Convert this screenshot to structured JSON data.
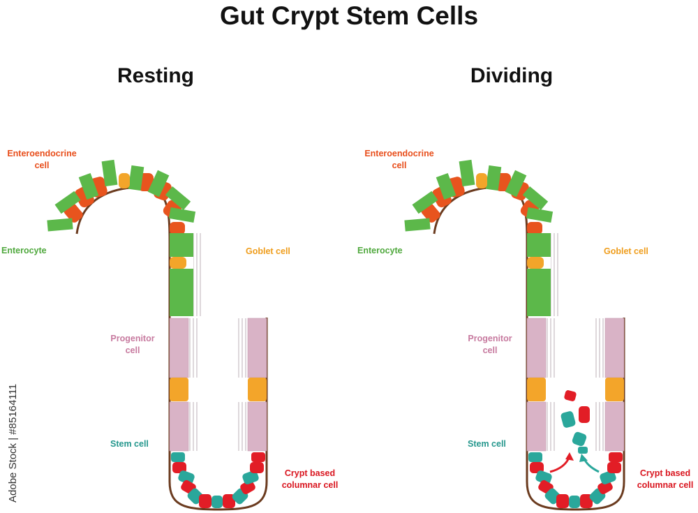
{
  "title": "Gut Crypt Stem Cells",
  "panels": [
    {
      "heading": "Resting",
      "labels": {
        "enteroendocrine": [
          "Enteroendocrine",
          "cell"
        ],
        "enterocyte": "Enterocyte",
        "goblet": "Goblet cell",
        "progenitor": [
          "Progenitor",
          "cell"
        ],
        "stem": "Stem cell",
        "crypt_based": [
          "Crypt based",
          "columnar cell"
        ]
      }
    },
    {
      "heading": "Dividing",
      "labels": {
        "enteroendocrine": [
          "Enteroendocrine",
          "cell"
        ],
        "enterocyte": "Enterocyte",
        "goblet": "Goblet cell",
        "progenitor": [
          "Progenitor",
          "cell"
        ],
        "stem": "Stem cell",
        "crypt_based": [
          "Crypt based",
          "columnar cell"
        ]
      }
    }
  ],
  "watermark": "Adobe Stock | #85164111",
  "colors": {
    "enteroendocrine": "#e8541e",
    "enterocyte": "#5cb84a",
    "goblet": "#f3a52a",
    "progenitor": "#d9b3c6",
    "stem": "#2aa79b",
    "crypt_based": "#e21d26",
    "membrane": "#6b3b1f",
    "label_enteroendocrine": "#e84e1b",
    "label_enterocyte": "#4fa83d",
    "label_goblet": "#ef9d1c",
    "label_progenitor": "#c77a9f",
    "label_stem": "#25978d",
    "label_crypt": "#d9141e"
  }
}
